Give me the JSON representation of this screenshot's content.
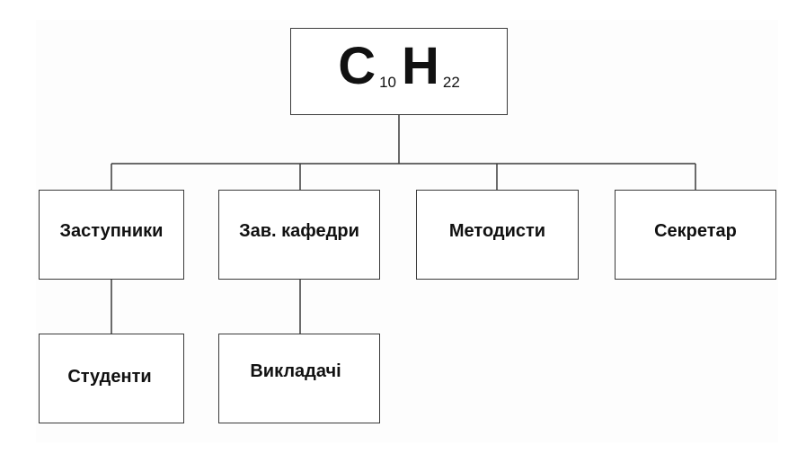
{
  "diagram": {
    "root": {
      "element1": "C",
      "sub1": "10",
      "element2": "H",
      "sub2": "22"
    },
    "level1": [
      {
        "label": "Заступники"
      },
      {
        "label": "Зав. кафедри"
      },
      {
        "label": "Методисти"
      },
      {
        "label": "Секретар"
      }
    ],
    "level2": [
      {
        "label": "Студенти",
        "parent": "Заступники"
      },
      {
        "label": "Викладачі",
        "parent": "Зав. кафедри"
      }
    ],
    "colors": {
      "line": "#3a3a3a",
      "text": "#111111",
      "box_fill": "#ffffff"
    }
  }
}
